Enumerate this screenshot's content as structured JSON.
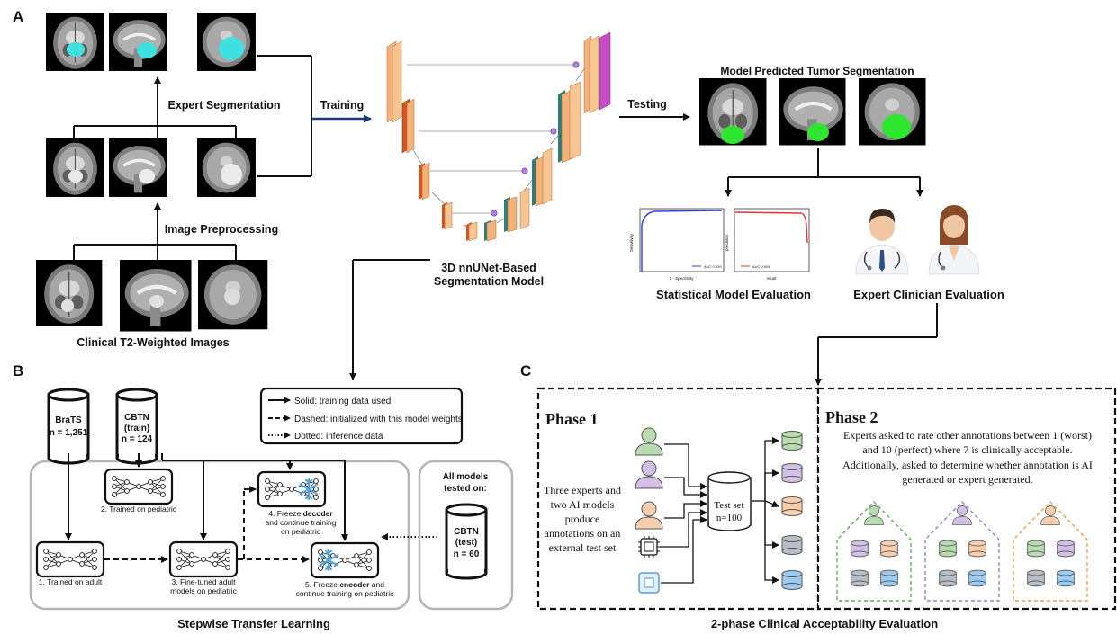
{
  "panels": {
    "a": "A",
    "b": "B",
    "c": "C"
  },
  "panel_a": {
    "clinical_images_label": "Clinical T2-Weighted Images",
    "preprocessing_label": "Image Preprocessing",
    "expert_segmentation_label": "Expert Segmentation",
    "training_label": "Training",
    "testing_label": "Testing",
    "model_title_line1": "3D nnUNet-Based",
    "model_title_line2": "Segmentation Model",
    "predicted_title": "Model Predicted Tumor Segmentation",
    "statistical_label": "Statistical Model Evaluation",
    "clinician_label": "Expert Clinician Evaluation",
    "roc_legend": "AUC 0.939",
    "pr_legend": "AUC 0.994",
    "roc_xlabel": "1 - Specificity",
    "roc_ylabel": "Sensitivity",
    "pr_xlabel": "recall",
    "pr_ylabel": "precision"
  },
  "panel_b": {
    "brats_name": "BraTS",
    "brats_n": "n = 1,251",
    "cbtn_train_name": "CBTN",
    "cbtn_train_sub": "(train)",
    "cbtn_train_n": "n = 124",
    "legend_solid": "Solid: training data used",
    "legend_dashed": "Dashed: initialized with this model weights",
    "legend_dotted": "Dotted: inference data",
    "step1": "1. Trained on adult",
    "step2": "2. Trained on pediatric",
    "step3_line1": "3. Fine-tuned adult",
    "step3_line2": "models on pediatric",
    "step4_line1a": "4. Freeze ",
    "step4_line1b": "decoder",
    "step4_line2": "and continue training",
    "step4_line3": "on pediatric",
    "step5_line1a": "5. Freeze ",
    "step5_line1b": "encoder",
    "step5_line1c": " and",
    "step5_line2": "continue training on pediatric",
    "all_models_line1": "All models",
    "all_models_line2": "tested on:",
    "cbtn_test_name": "CBTN",
    "cbtn_test_sub": "(test)",
    "cbtn_test_n": "n = 60",
    "caption": "Stepwise Transfer Learning"
  },
  "panel_c": {
    "phase1_title": "Phase 1",
    "phase1_text": [
      "Three experts and",
      "two AI models",
      "produce",
      "annotations on an",
      "external test set"
    ],
    "test_set_line1": "Test set",
    "test_set_line2": "n=100",
    "phase2_title": "Phase 2",
    "phase2_text": [
      "Experts asked to rate other annotations between 1 (worst)",
      "and 10 (perfect) where 7 is clinically acceptable.",
      "Additionally, asked to determine whether annotation is AI",
      "generated or expert generated."
    ],
    "caption": "2-phase Clinical Acceptability Evaluation"
  },
  "colors": {
    "tumor_cyan": "#3fe0e0",
    "tumor_green": "#2ee62e",
    "expert_green": "#b8dcb0",
    "expert_purple": "#d3c0e6",
    "expert_peach": "#f7cfae",
    "ai_blue": "#9ccbef",
    "db_gray": "#b8bec6",
    "arrow_navy": "#1f3a78"
  }
}
